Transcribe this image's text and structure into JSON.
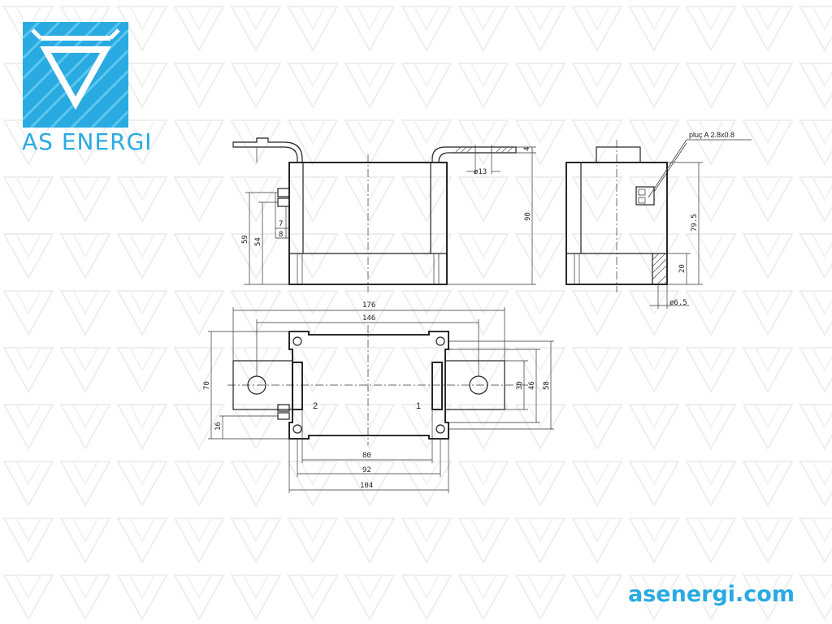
{
  "brand": {
    "name": "AS ENERGI",
    "website": "asenergi.com",
    "color": "#29abe2",
    "logo_icon": "diode-triangle-logo-icon"
  },
  "drawing": {
    "side_view": {
      "dims": {
        "d_hole": "ø13",
        "t4": "4",
        "h90": "90",
        "h59": "59",
        "h54": "54",
        "d7": "7",
        "d8": "8"
      }
    },
    "end_view": {
      "note": "pluç A 2.8x0.8",
      "dims": {
        "h79_5": "79.5",
        "h20": "20",
        "d6_5": "ø6.5"
      }
    },
    "top_view": {
      "dims": {
        "w176": "176",
        "w146": "146",
        "w80": "80",
        "w92": "92",
        "w104": "104",
        "h70": "70",
        "h16": "16",
        "h30": "30",
        "h46": "46",
        "h58": "58"
      },
      "terminals": {
        "t1": "1",
        "t2": "2"
      }
    }
  }
}
